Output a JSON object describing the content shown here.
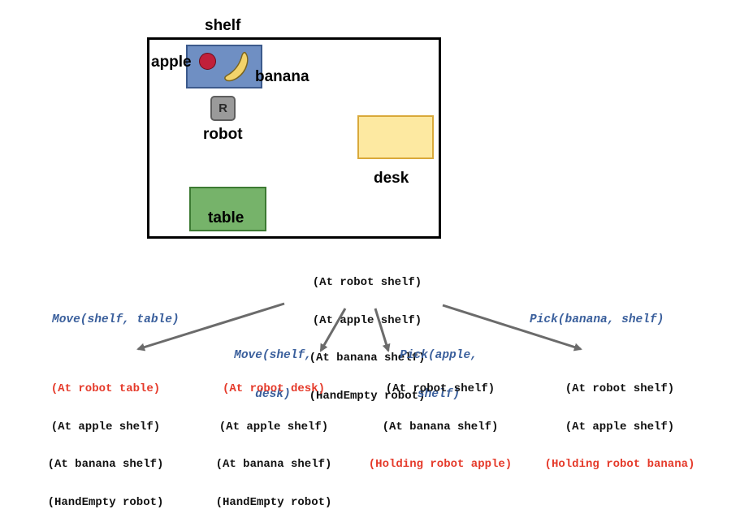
{
  "scene": {
    "shelf": "shelf",
    "apple": "apple",
    "banana": "banana",
    "robot": "robot",
    "robot_marker": "R",
    "desk": "desk",
    "table": "table"
  },
  "root_state": [
    "(At robot shelf)",
    "(At apple shelf)",
    "(At banana shelf)",
    "(HandEmpty robot)"
  ],
  "actions": {
    "move_table": "Move(shelf, table)",
    "move_desk_1": "Move(shelf,",
    "move_desk_2": "desk)",
    "pick_apple_1": "Pick(apple,",
    "pick_apple_2": "shelf)",
    "pick_banana": "Pick(banana, shelf)"
  },
  "results": {
    "table": {
      "changed": "(At robot table)",
      "lines": [
        "(At apple shelf)",
        "(At banana shelf)",
        "(HandEmpty robot)"
      ]
    },
    "desk": {
      "changed": "(At robot desk)",
      "lines": [
        "(At apple shelf)",
        "(At banana shelf)",
        "(HandEmpty robot)"
      ]
    },
    "apple": {
      "lines": [
        "(At robot shelf)",
        "(At banana shelf)"
      ],
      "changed": "(Holding robot apple)"
    },
    "banana": {
      "lines": [
        "(At robot shelf)",
        "(At apple shelf)"
      ],
      "changed": "(Holding robot banana)"
    }
  },
  "colors": {
    "added_fact": "#e53a2a",
    "action": "#3a5f9c",
    "shelf": "#6f8fc3",
    "desk": "#fde9a1",
    "table": "#76b36a",
    "apple": "#c0203a",
    "banana": "#f3d36b",
    "robot": "#9a9a9a",
    "arrow": "#6b6b6b"
  }
}
